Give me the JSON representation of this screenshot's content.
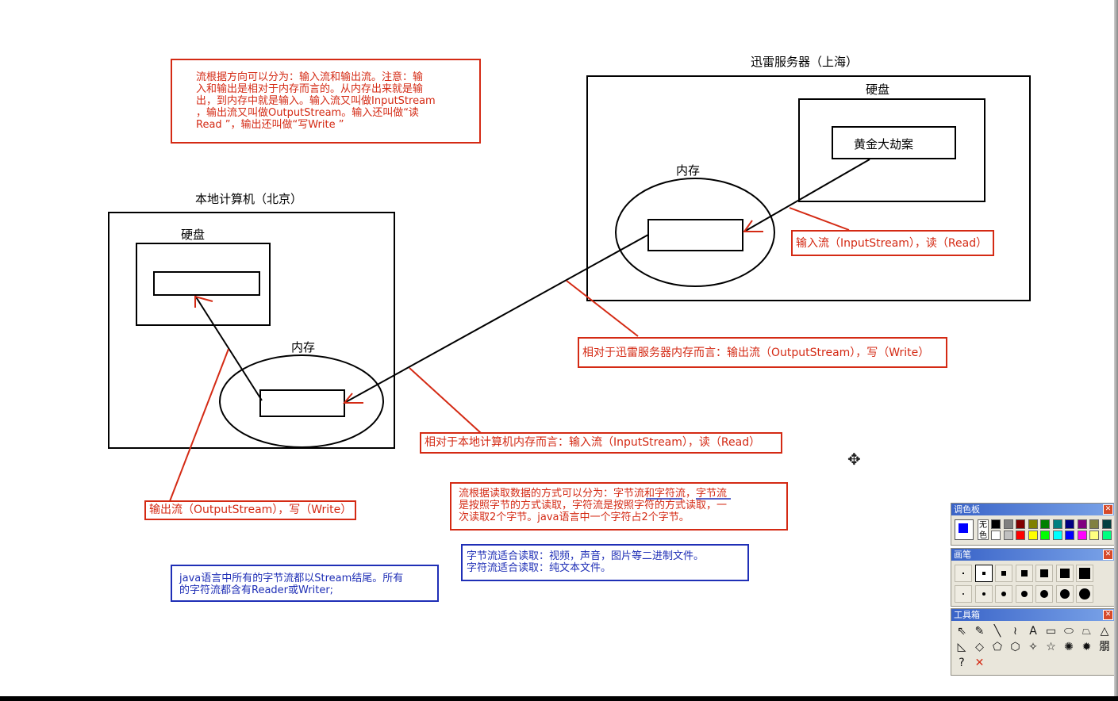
{
  "diagram": {
    "shanghai_title": "迅雷服务器（上海）",
    "shanghai_disk": "硬盘",
    "shanghai_memory": "内存",
    "file_name": "黄金大劫案",
    "beijing_title": "本地计算机（北京）",
    "beijing_disk": "硬盘",
    "beijing_memory": "内存"
  },
  "notes": {
    "direction": "流根据方向可以分为：输入流和输出流。注意：输\n入和输出是相对于内存而言的。从内存出来就是输\n出，到内存中就是输入。输入流又叫做InputStream\n，输出流又叫做OutputStream。输入还叫做“读\nRead ”，输出还叫做“写Write ”",
    "read_method": "流根据读取数据的方式可以分为：字节流和字符流，字节流\n是按照字节的方式读取，字符流是按照字符的方式读取，一\n次读取2个字节。java语言中一个字符占2个字节。",
    "suitability": "字节流适合读取：视频，声音，图片等二进制文件。\n字符流适合读取：纯文本文件。",
    "naming": "java语言中所有的字节流都以Stream结尾。所有\n的字符流都含有Reader或Writer;"
  },
  "labels": {
    "server_input": "输入流（InputStream），读（Read）",
    "server_output": "相对于迅雷服务器内存而言：输出流（OutputStream），写（Write）",
    "local_input": "相对于本地计算机内存而言：输入流（InputStream），读（Read）",
    "local_output": "输出流（OutputStream），写（Write）"
  },
  "paint_ui": {
    "palette_title": "调色板",
    "palette_none_label": "无色",
    "brush_title": "画笔",
    "toolbox_title": "工具箱",
    "close_glyph": "✕",
    "move_icon": "✥",
    "colors_row1": [
      "#000000",
      "#808080",
      "#800000",
      "#808000",
      "#008000",
      "#008080",
      "#000080",
      "#800080",
      "#808040",
      "#004040"
    ],
    "colors_row2": [
      "#ffffff",
      "#c0c0c0",
      "#ff0000",
      "#ffff00",
      "#00ff00",
      "#00ffff",
      "#0000ff",
      "#ff00ff",
      "#ffff80",
      "#00ff80"
    ],
    "current_color": "#0000ff",
    "tools_row1": [
      "⇖",
      "✎",
      "╲",
      "≀",
      "A",
      "▭",
      "⬭",
      "⏢",
      "△"
    ],
    "tools_row2": [
      "◺",
      "◇",
      "⬠",
      "⬡",
      "✧",
      "☆",
      "✺",
      "✹",
      "朤"
    ],
    "tools_row3": [
      "?",
      "✕"
    ],
    "tool_colors": [
      "#111111",
      "#d42a14"
    ]
  }
}
